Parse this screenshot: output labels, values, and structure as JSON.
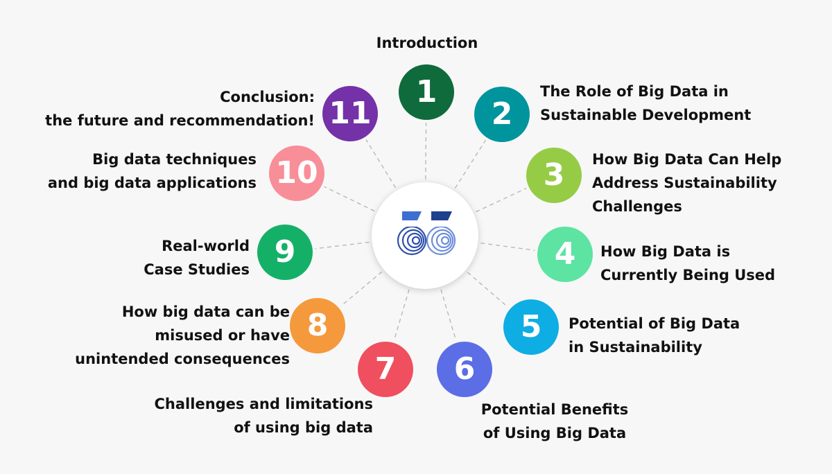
{
  "topics": [
    {
      "number": "1",
      "color": "#0f6b3c",
      "lines": [
        "Introduction"
      ]
    },
    {
      "number": "2",
      "color": "#00949c",
      "lines": [
        "The Role of Big Data in",
        "Sustainable Development"
      ]
    },
    {
      "number": "3",
      "color": "#96cc45",
      "lines": [
        "How Big Data Can Help",
        "Address Sustainability",
        "Challenges"
      ]
    },
    {
      "number": "4",
      "color": "#5de3a2",
      "lines": [
        "How Big Data is",
        "Currently Being Used"
      ]
    },
    {
      "number": "5",
      "color": "#0eade3",
      "lines": [
        "Potential of Big Data",
        "in Sustainability"
      ]
    },
    {
      "number": "6",
      "color": "#5b6ee6",
      "lines": [
        "Potential Benefits",
        "of Using Big Data"
      ]
    },
    {
      "number": "7",
      "color": "#ef4f5e",
      "lines": [
        "Challenges and limitations",
        "of using big data"
      ]
    },
    {
      "number": "8",
      "color": "#f5993d",
      "lines": [
        "How big data can be",
        "misused  or have",
        "unintended consequences"
      ]
    },
    {
      "number": "9",
      "color": "#15b068",
      "lines": [
        "Real-world",
        "Case Studies"
      ]
    },
    {
      "number": "10",
      "color": "#f88e98",
      "lines": [
        "Big data techniques",
        "and big data applications"
      ]
    },
    {
      "number": "11",
      "color": "#7431a8",
      "lines": [
        "Conclusion:",
        "the future and recommendation!"
      ]
    }
  ],
  "hub": {
    "logo": "logo-icon"
  }
}
